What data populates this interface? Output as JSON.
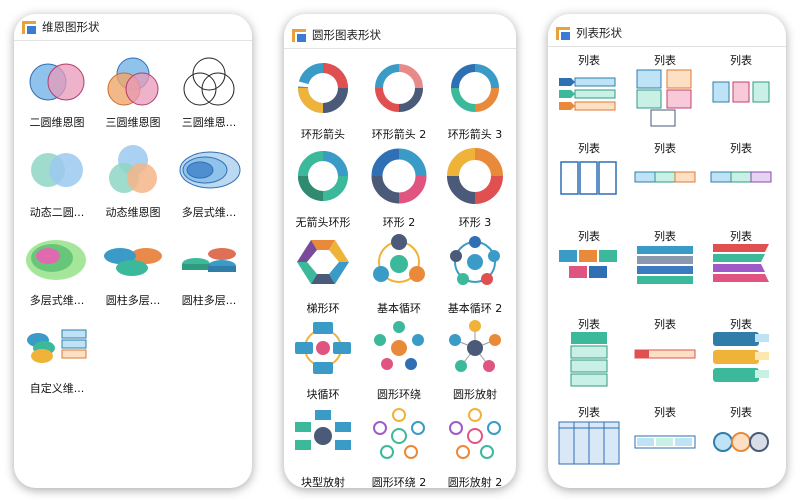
{
  "panels": [
    {
      "title": "维恩图形状",
      "items": [
        "二圆维恩图",
        "三圆维恩图",
        "三圆维恩...",
        "动态二圆...",
        "动态维恩图",
        "多层式维...",
        "多层式维...",
        "圆柱多层...",
        "圆柱多层...",
        "自定义维..."
      ]
    },
    {
      "title": "圆形图表形状",
      "items": [
        "环形箭头",
        "环形箭头 2",
        "环形箭头 3",
        "无箭头环形",
        "环形 2",
        "环形 3",
        "梯形环",
        "基本循环",
        "基本循环 2",
        "块循环",
        "圆形环绕",
        "圆形放射",
        "块型放射",
        "圆形环绕 2",
        "圆形放射 2"
      ]
    },
    {
      "title": "列表形状",
      "items": [
        "列表",
        "列表",
        "列表",
        "列表",
        "列表",
        "列表",
        "列表",
        "列表",
        "列表",
        "列表",
        "列表",
        "列表",
        "列表",
        "列表",
        "列表"
      ]
    }
  ]
}
